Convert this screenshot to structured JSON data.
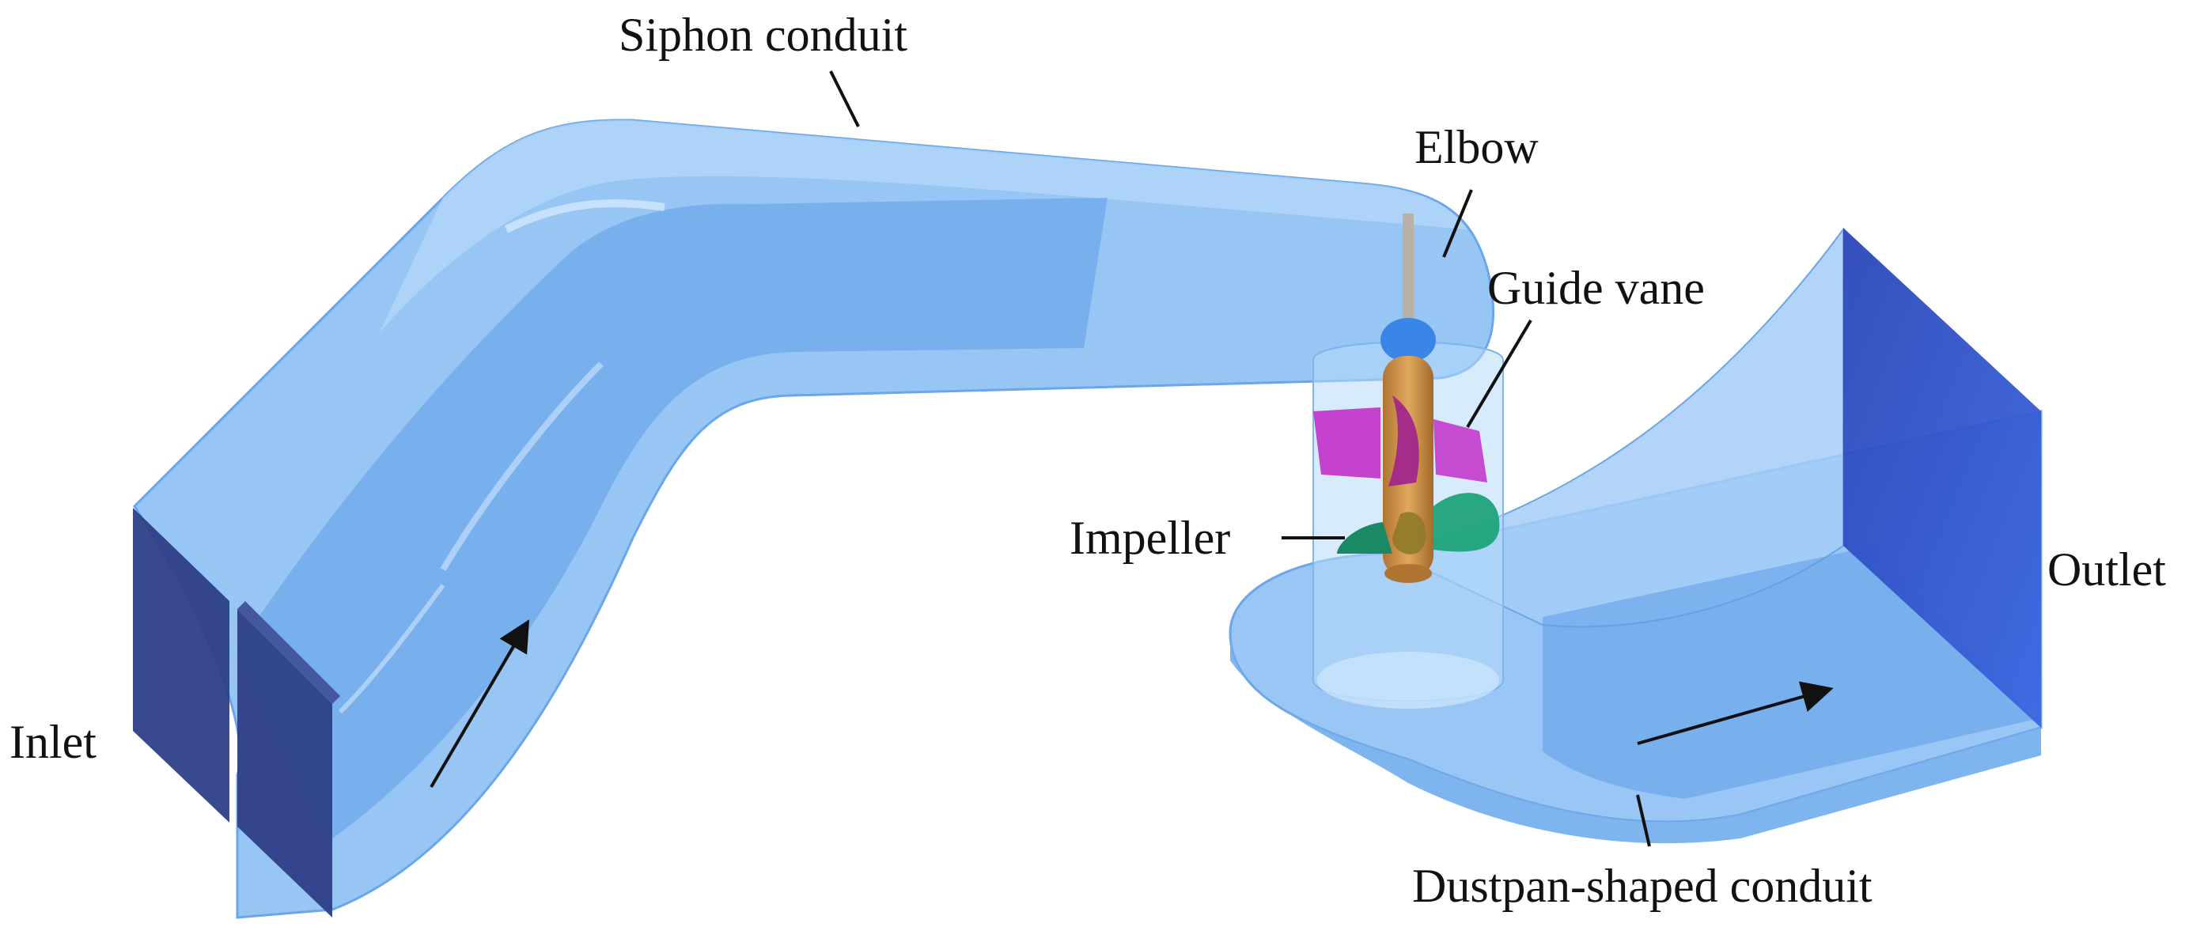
{
  "labels": {
    "siphon": "Siphon conduit",
    "elbow": "Elbow",
    "guide_vane": "Guide vane",
    "impeller": "Impeller",
    "outlet": "Outlet",
    "inlet": "Inlet",
    "dustpan": "Dustpan-shaped conduit"
  },
  "colors": {
    "conduit_fill": "#8ec0f3",
    "conduit_light": "#a9d2f8",
    "conduit_edge": "#6aa6e8",
    "inlet_face": "#2d3f87",
    "outlet_face": "#2d52c9",
    "guide_vane": "#c230c9",
    "impeller_hub": "#c98a3c",
    "impeller_blade": "#1fa37a",
    "arrow": "#111111"
  }
}
